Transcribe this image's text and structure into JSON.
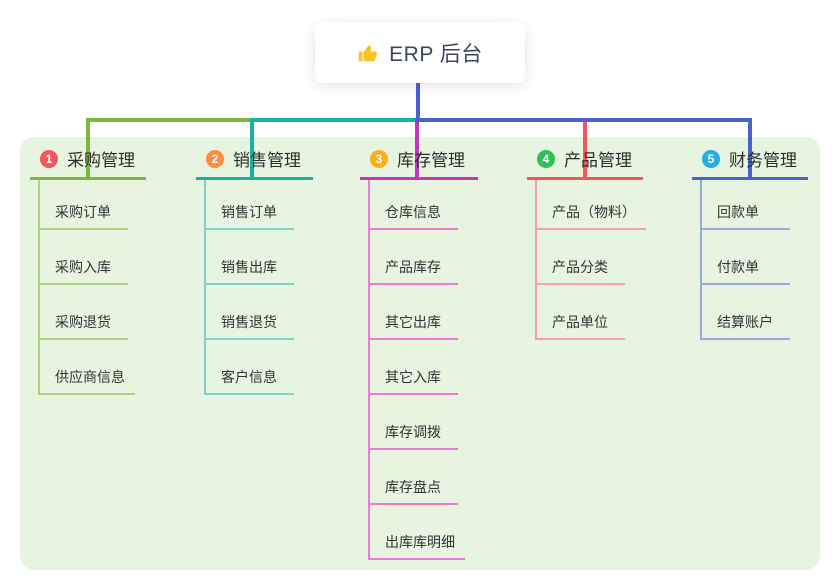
{
  "root": {
    "title": "ERP 后台",
    "icon": "thumbs-up",
    "connector_color": "#4a5fd0"
  },
  "panel": {
    "background": "#e6f4e0"
  },
  "branches": [
    {
      "badge": "1",
      "label": "采购管理",
      "badge_color": "#f5565f",
      "line_color": "#80b640",
      "child_line_color": "#aad380",
      "children": [
        "采购订单",
        "采购入库",
        "采购退货",
        "供应商信息"
      ]
    },
    {
      "badge": "2",
      "label": "销售管理",
      "badge_color": "#fb8d41",
      "line_color": "#17b2a2",
      "child_line_color": "#80d3c6",
      "children": [
        "销售订单",
        "销售出库",
        "销售退货",
        "客户信息"
      ]
    },
    {
      "badge": "3",
      "label": "库存管理",
      "badge_color": "#fcae1b",
      "line_color": "#c437bd",
      "child_line_color": "#ec7bd1",
      "children": [
        "仓库信息",
        "产品库存",
        "其它出库",
        "其它入库",
        "库存调拨",
        "库存盘点",
        "出库库明细"
      ]
    },
    {
      "badge": "4",
      "label": "产品管理",
      "badge_color": "#2dc157",
      "line_color": "#f25660",
      "child_line_color": "#f8a0a6",
      "children": [
        "产品（物料）",
        "产品分类",
        "产品单位"
      ]
    },
    {
      "badge": "5",
      "label": "财务管理",
      "badge_color": "#29ace0",
      "line_color": "#4a63cc",
      "child_line_color": "#97abdf",
      "children": [
        "回款单",
        "付款单",
        "结算账户"
      ]
    }
  ]
}
